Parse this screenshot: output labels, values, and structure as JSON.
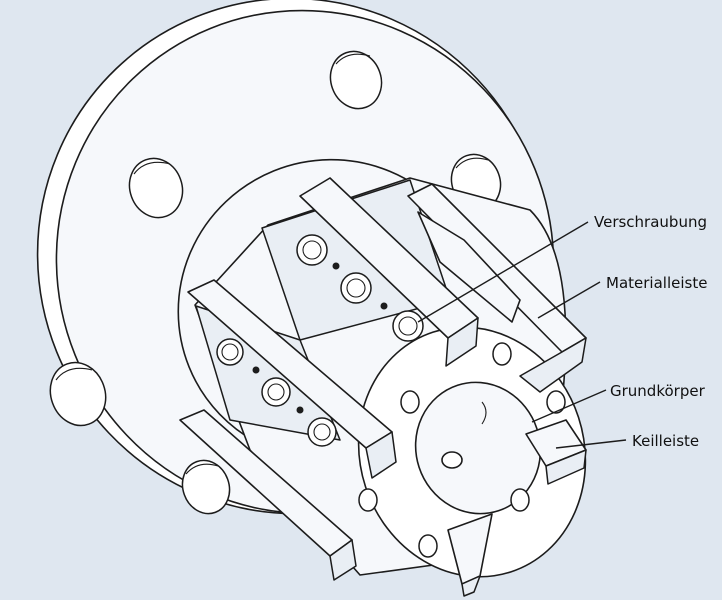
{
  "labels": {
    "verschraubung": "Verschraubung",
    "materialleiste": "Materialleiste",
    "grundkoerper": "Grundkörper",
    "keilleiste": "Keilleiste"
  },
  "colors": {
    "background": "#dfe7f0",
    "line": "#1c1c1c",
    "part_fill": "#f6f8fb"
  }
}
